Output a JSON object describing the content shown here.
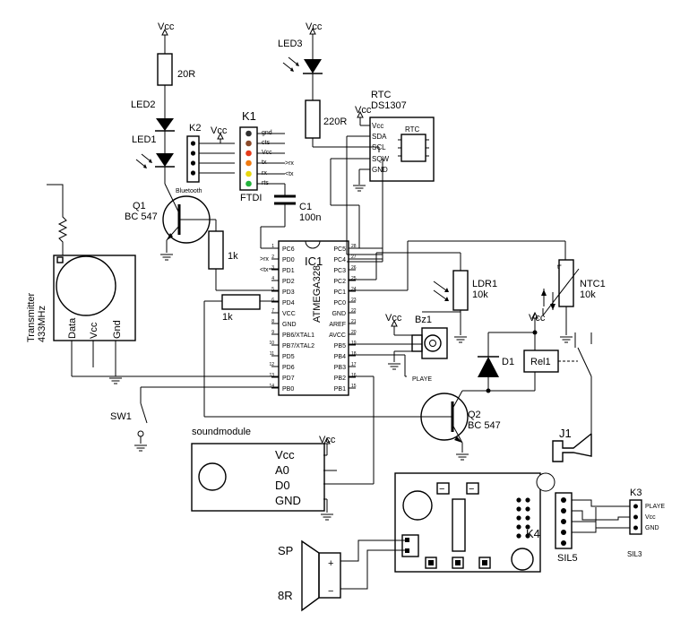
{
  "vcc": "Vcc",
  "resistors": {
    "r20": "20R",
    "r220": "220R",
    "r1k_a": "1k",
    "r1k_b": "1k",
    "ldr": "LDR1",
    "ldr_val": "10k",
    "ntc": "NTC1",
    "ntc_val": "10k"
  },
  "leds": {
    "led1": "LED1",
    "led2": "LED2",
    "led3": "LED3"
  },
  "k1": {
    "name": "K1",
    "label": "FTDI",
    "pins": [
      "gnd",
      "cts",
      "Vcc",
      "tx",
      "rx",
      "rts"
    ],
    "wire_labels": [
      ">rx",
      "<tx"
    ]
  },
  "k2": {
    "name": "K2",
    "sub": "Bluetooth"
  },
  "q1": {
    "name": "Q1",
    "type": "BC 547"
  },
  "q2": {
    "name": "Q2",
    "type": "BC 547"
  },
  "c1": {
    "name": "C1",
    "value": "100n"
  },
  "rtc": {
    "title": "RTC",
    "chip": "DS1307",
    "box": "RTC",
    "pins": [
      "Vcc",
      "SDA",
      "SCL",
      "SQW",
      "GND"
    ]
  },
  "ic1": {
    "name": "IC1",
    "part": "ATMEGA328",
    "left_pins": [
      "PC6",
      "PD0",
      "PD1",
      "PD2",
      "PD3",
      "PD4",
      "VCC",
      "GND",
      "PB6/XTAL1",
      "PB7/XTAL2",
      "PD5",
      "PD6",
      "PD7",
      "PB0"
    ],
    "right_pins": [
      "PC5",
      "PC4",
      "PC3",
      "PC2",
      "PC1",
      "PC0",
      "GND",
      "AREF",
      "AVCC",
      "PB5",
      "PB4",
      "PB3",
      "PB2",
      "PB1"
    ],
    "left_nums": [
      "1",
      "2",
      "3",
      "4",
      "5",
      "6",
      "7",
      "8",
      "9",
      "10",
      "11",
      "12",
      "13",
      "14"
    ],
    "right_nums": [
      "28",
      "27",
      "26",
      "25",
      "24",
      "23",
      "22",
      "21",
      "20",
      "19",
      "18",
      "17",
      "16",
      "15"
    ],
    "left_marks": [
      ">rx",
      "<tx"
    ]
  },
  "transmitter": {
    "label1": "Transmitter",
    "label2": "433MHz",
    "pins": [
      "Data",
      "Vcc",
      "Gnd"
    ]
  },
  "buzzer": {
    "name": "Bz1"
  },
  "diode": {
    "name": "D1"
  },
  "relay": {
    "name": "Rel1"
  },
  "sw1": {
    "name": "SW1"
  },
  "j1": {
    "name": "J1"
  },
  "playe": "PLAYE",
  "soundmodule": {
    "title": "soundmodule",
    "pins": [
      "Vcc",
      "A0",
      "D0",
      "GND"
    ]
  },
  "k4": {
    "name": "K4"
  },
  "k3": {
    "name": "K3",
    "pins": [
      "PLAYE",
      "Vcc",
      "GND"
    ],
    "part": "SIL3"
  },
  "sil5": "SIL5",
  "speaker": {
    "name": "SP",
    "value": "8R",
    "plus": "+",
    "minus": "−"
  },
  "mp3_minus": [
    "−",
    "−"
  ]
}
